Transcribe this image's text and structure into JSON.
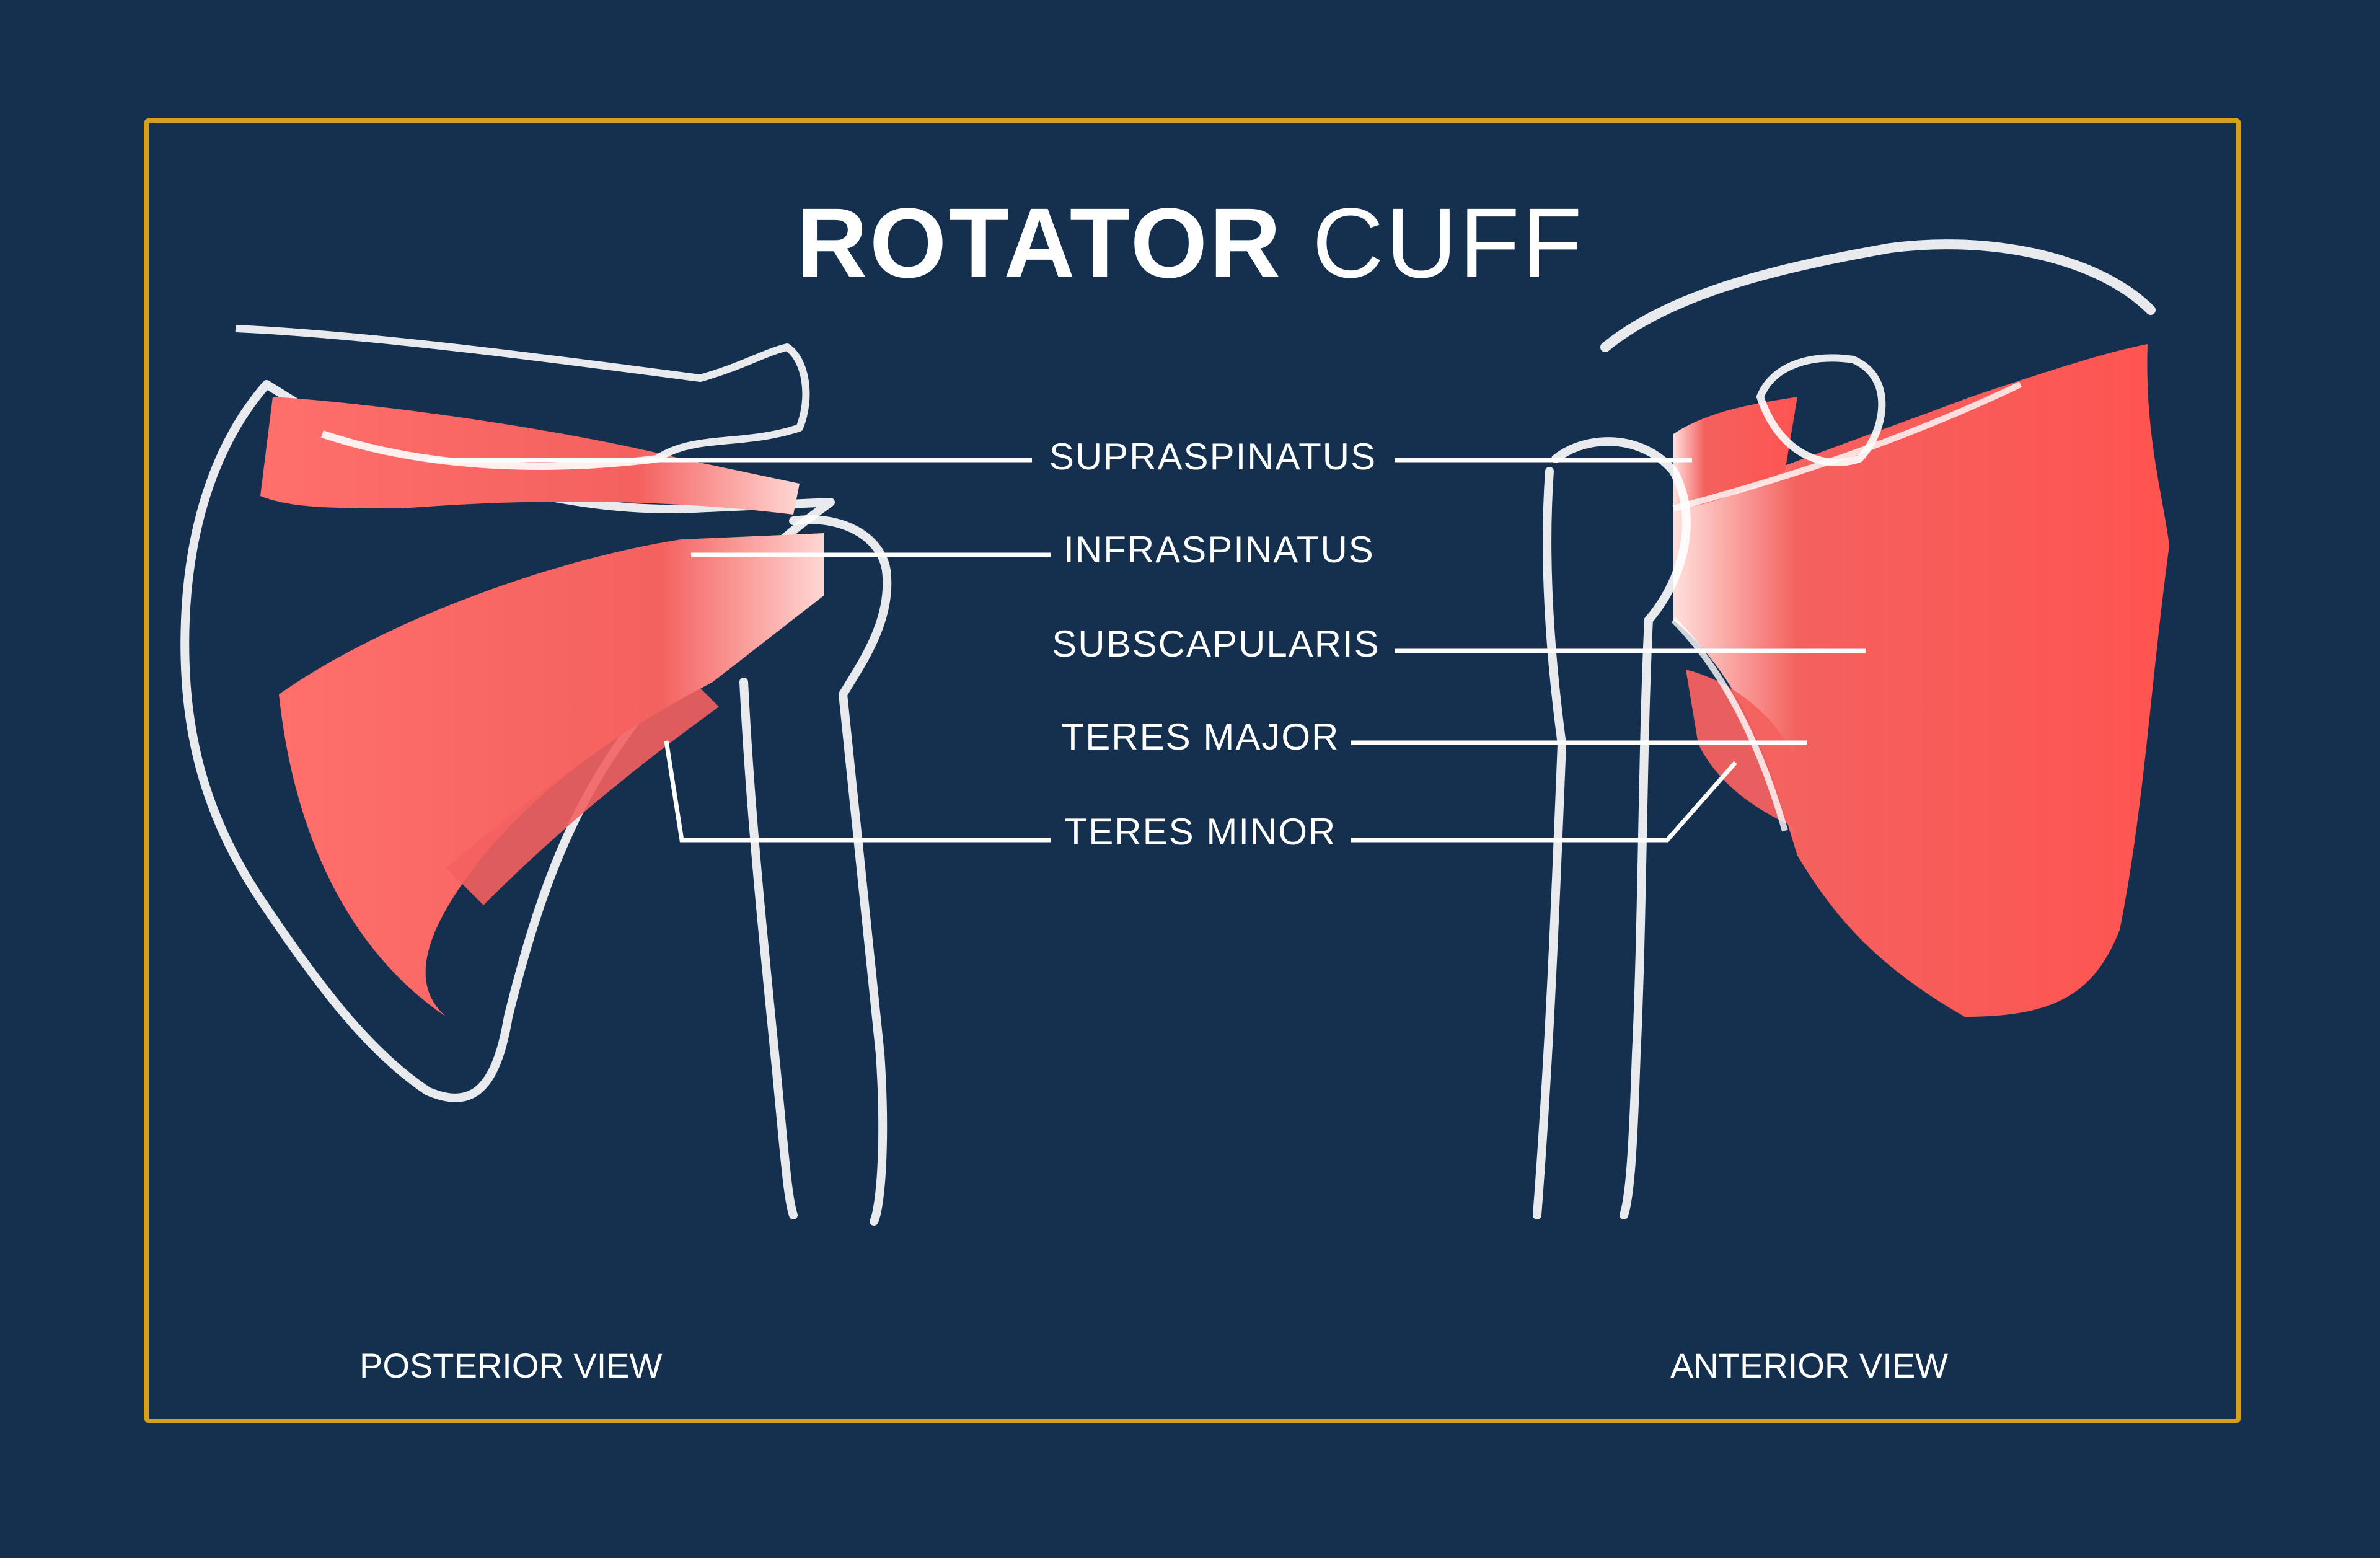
{
  "title": {
    "bold": "ROTATOR",
    "light": "CUFF"
  },
  "labels": [
    "SUPRASPINATUS",
    "INFRASPINATUS",
    "SUBSCAPULARIS",
    "TERES MAJOR",
    "TERES MINOR"
  ],
  "views": {
    "posterior": "POSTERIOR VIEW",
    "anterior": "ANTERIOR VIEW"
  },
  "colors": {
    "background": "#15304f",
    "frame": "#d4a11e",
    "muscle": "#f4615f",
    "bone_outline": "#ffffff"
  }
}
